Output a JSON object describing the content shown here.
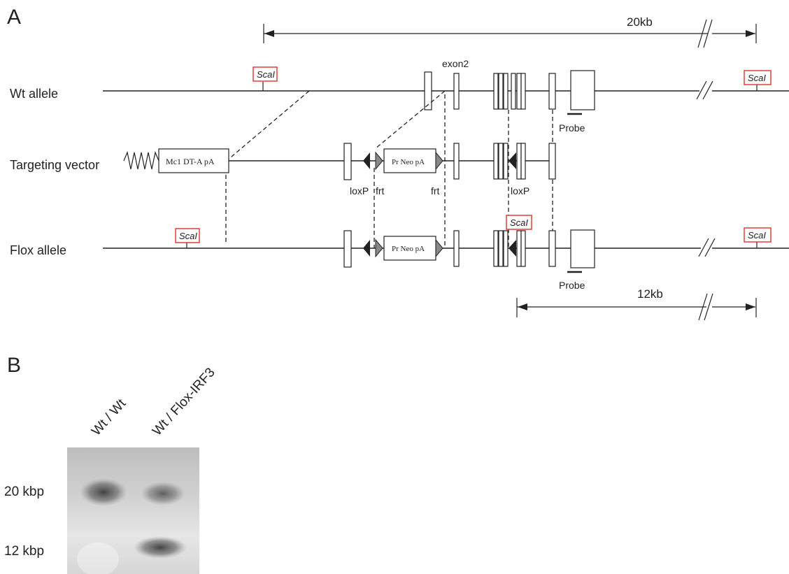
{
  "panel_a": {
    "label": "A",
    "rows": {
      "wt": "Wt allele",
      "vector": "Targeting vector",
      "flox": "Flox allele"
    },
    "site_label": "ScaI",
    "exon_label": "exon2",
    "probe_label": "Probe",
    "cassettes": {
      "dta": "Mc1 DT-A pA",
      "neo": "Pr Neo pA"
    },
    "markers": {
      "loxp": "loxP",
      "frt": "frt"
    },
    "scale_wt": "20kb",
    "scale_flox": "12kb",
    "colors": {
      "site_border": "#e0302a",
      "line": "#222222"
    }
  },
  "panel_b": {
    "label": "B",
    "lanes": [
      "Wt / Wt",
      "Wt / Flox-IRF3"
    ],
    "sizes": [
      "20 kbp",
      "12 kbp"
    ]
  }
}
